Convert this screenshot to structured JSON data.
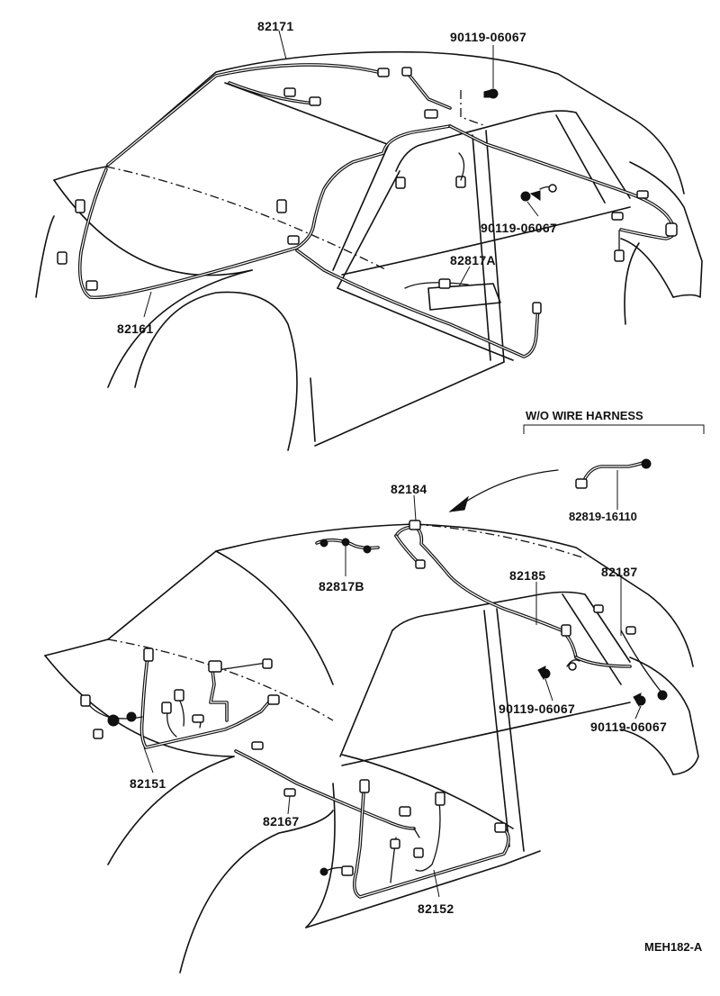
{
  "upper_view": {
    "labels": {
      "roof_harness": "82171",
      "floor_harness": "82161",
      "clamp_top": "90119-06067",
      "clamp_mid": "90119-06067",
      "protector": "82817A"
    }
  },
  "inset": {
    "title": "W/O WIRE HARNESS",
    "part": "82819-16110"
  },
  "lower_view": {
    "labels": {
      "roof_harness": "82184",
      "clamp_set": "82817B",
      "quarter_harness_a": "82185",
      "quarter_harness_b": "82187",
      "clamp_left": "90119-06067",
      "clamp_right": "90119-06067",
      "cowl_harness": "82151",
      "cord": "82167",
      "floor_harness": "82152"
    }
  },
  "drawing_code": "MEH182-A"
}
